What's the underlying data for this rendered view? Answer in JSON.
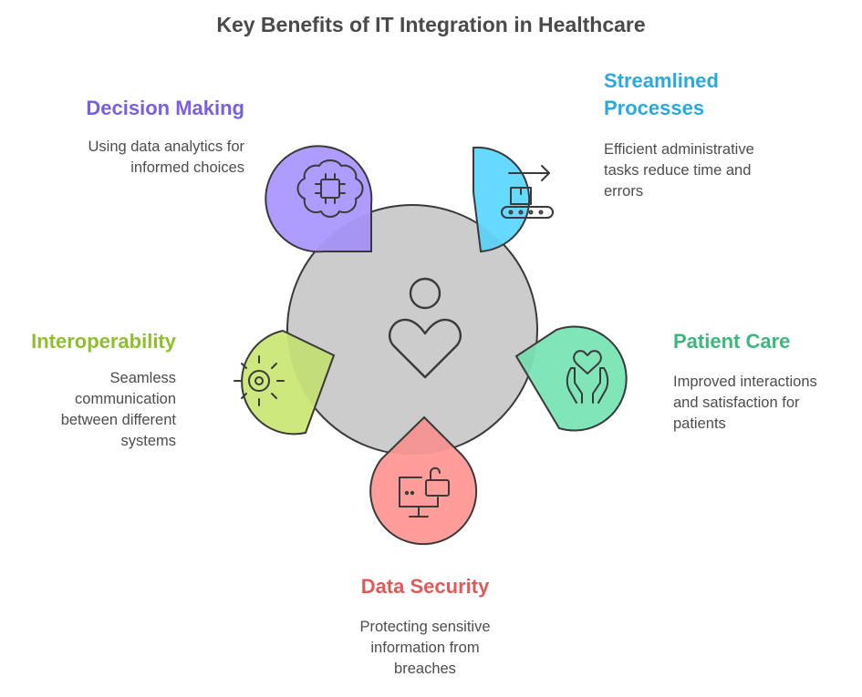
{
  "title": "Key Benefits of IT Integration in Healthcare",
  "colors": {
    "center": "#cccccc",
    "decision": "#b09cff",
    "streamlined": "#66d9ff",
    "patient": "#80e6b8",
    "security": "#ff9d9a",
    "interop": "#cde87d",
    "stroke": "#3a3a3a"
  },
  "center": {
    "icon": "person-heart-icon"
  },
  "benefits": {
    "decision": {
      "heading": "Decision Making",
      "description": "Using data analytics for\ninformed choices",
      "heading_color": "#7b5fe0",
      "icon": "brain-chip-icon"
    },
    "streamlined": {
      "heading": "Streamlined\nProcesses",
      "description": "Efficient administrative\ntasks reduce time and\nerrors",
      "heading_color": "#2aa9de",
      "icon": "conveyor-belt-icon"
    },
    "patient": {
      "heading": "Patient Care",
      "description": "Improved interactions\nand satisfaction for\npatients",
      "heading_color": "#3cb87e",
      "icon": "hands-heart-icon"
    },
    "security": {
      "heading": "Data Security",
      "description": "Protecting sensitive\ninformation from\nbreaches",
      "heading_color": "#e05a5a",
      "icon": "monitor-lock-icon"
    },
    "interop": {
      "heading": "Interoperability",
      "description": "Seamless\ncommunication\nbetween different\nsystems",
      "heading_color": "#8fbf2f",
      "icon": "gear-sun-icon"
    }
  }
}
